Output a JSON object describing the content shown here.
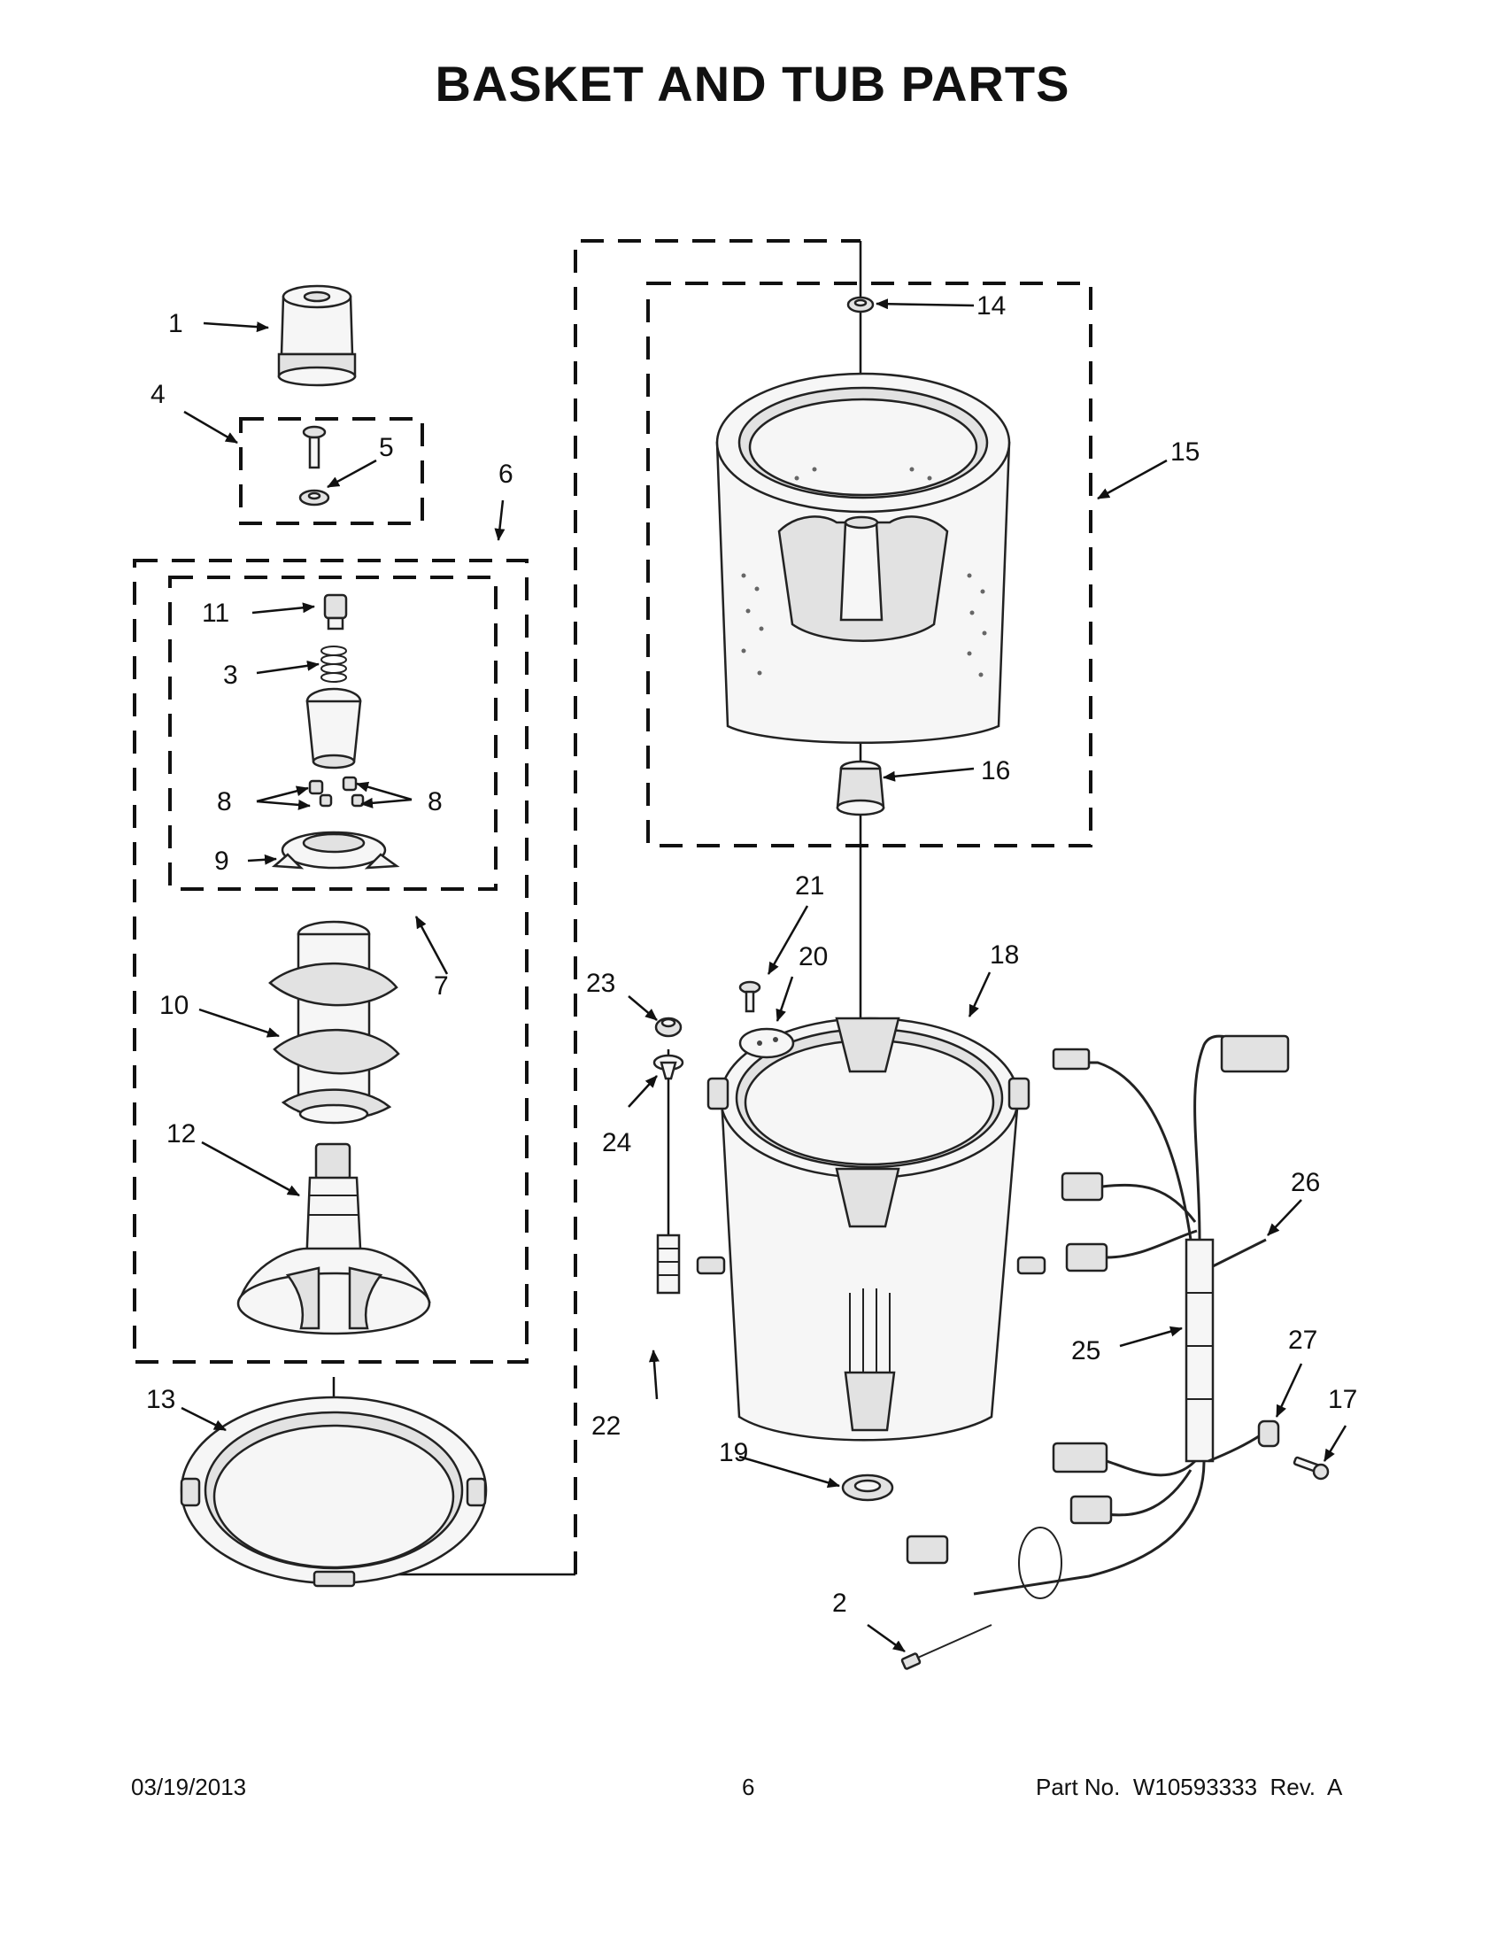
{
  "title": "BASKET AND TUB PARTS",
  "callouts": {
    "c1": "1",
    "c2": "2",
    "c3": "3",
    "c4": "4",
    "c5": "5",
    "c6": "6",
    "c7": "7",
    "c8a": "8",
    "c8b": "8",
    "c9": "9",
    "c10": "10",
    "c11": "11",
    "c12": "12",
    "c13": "13",
    "c14": "14",
    "c15": "15",
    "c16": "16",
    "c17": "17",
    "c18": "18",
    "c19": "19",
    "c20": "20",
    "c21": "21",
    "c22": "22",
    "c23": "23",
    "c24": "24",
    "c25": "25",
    "c26": "26",
    "c27": "27"
  },
  "footer": {
    "date": "03/19/2013",
    "page": "6",
    "part_no": "Part No.  W10593333  Rev.  A"
  }
}
